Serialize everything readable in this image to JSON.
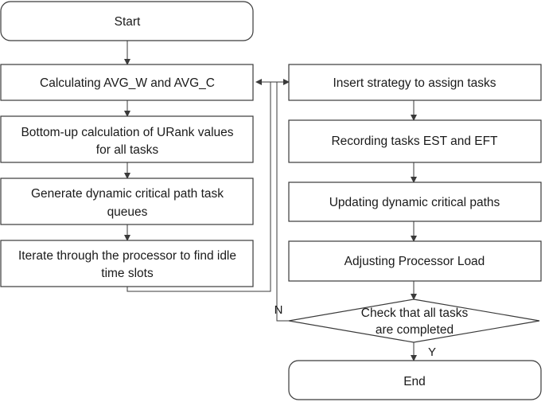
{
  "flowchart": {
    "nodes": {
      "start": {
        "lines": [
          "Start"
        ]
      },
      "avg": {
        "lines": [
          "Calculating AVG_W and AVG_C"
        ]
      },
      "urank": {
        "lines": [
          "Bottom-up calculation of URank values",
          "for all tasks"
        ]
      },
      "queues": {
        "lines": [
          "Generate dynamic critical path task",
          "queues"
        ]
      },
      "iterate": {
        "lines": [
          "Iterate through the processor to find idle",
          "time slots"
        ]
      },
      "insert": {
        "lines": [
          "Insert strategy to assign tasks"
        ]
      },
      "record": {
        "lines": [
          "Recording tasks EST and EFT"
        ]
      },
      "update": {
        "lines": [
          "Updating dynamic critical paths"
        ]
      },
      "adjust": {
        "lines": [
          "Adjusting Processor Load"
        ]
      },
      "check": {
        "lines": [
          "Check that all tasks",
          "are completed"
        ]
      },
      "end": {
        "lines": [
          "End"
        ]
      }
    },
    "edge_labels": {
      "no": "N",
      "yes": "Y"
    },
    "colors": {
      "stroke": "#3a3a3a",
      "text": "#1a1a1a",
      "background": "#ffffff"
    }
  }
}
